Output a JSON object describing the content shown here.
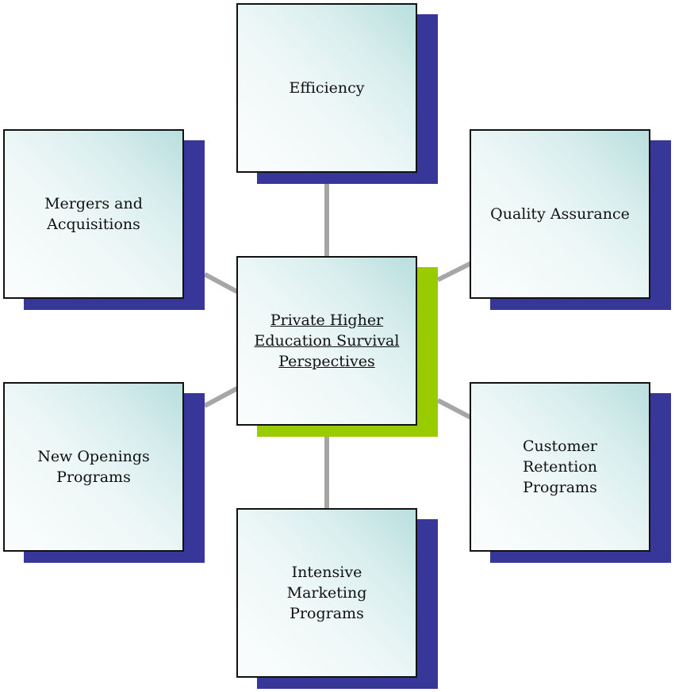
{
  "diagram": {
    "center": {
      "label": "Private Higher\nEducation Survival\nPerspectives"
    },
    "nodes": [
      {
        "id": "efficiency",
        "label": "Efficiency"
      },
      {
        "id": "quality-assurance",
        "label": "Quality Assurance"
      },
      {
        "id": "customer-retention",
        "label": "Customer Retention\nPrograms"
      },
      {
        "id": "intensive-marketing",
        "label": "Intensive Marketing\nPrograms"
      },
      {
        "id": "new-openings",
        "label": "New Openings\nPrograms"
      },
      {
        "id": "mergers",
        "label": "Mergers and\nAcquisitions"
      }
    ],
    "colors": {
      "node_shadow": "#363798",
      "center_shadow": "#99cc00",
      "connector": "#a6a6a6",
      "border": "#111111"
    }
  }
}
